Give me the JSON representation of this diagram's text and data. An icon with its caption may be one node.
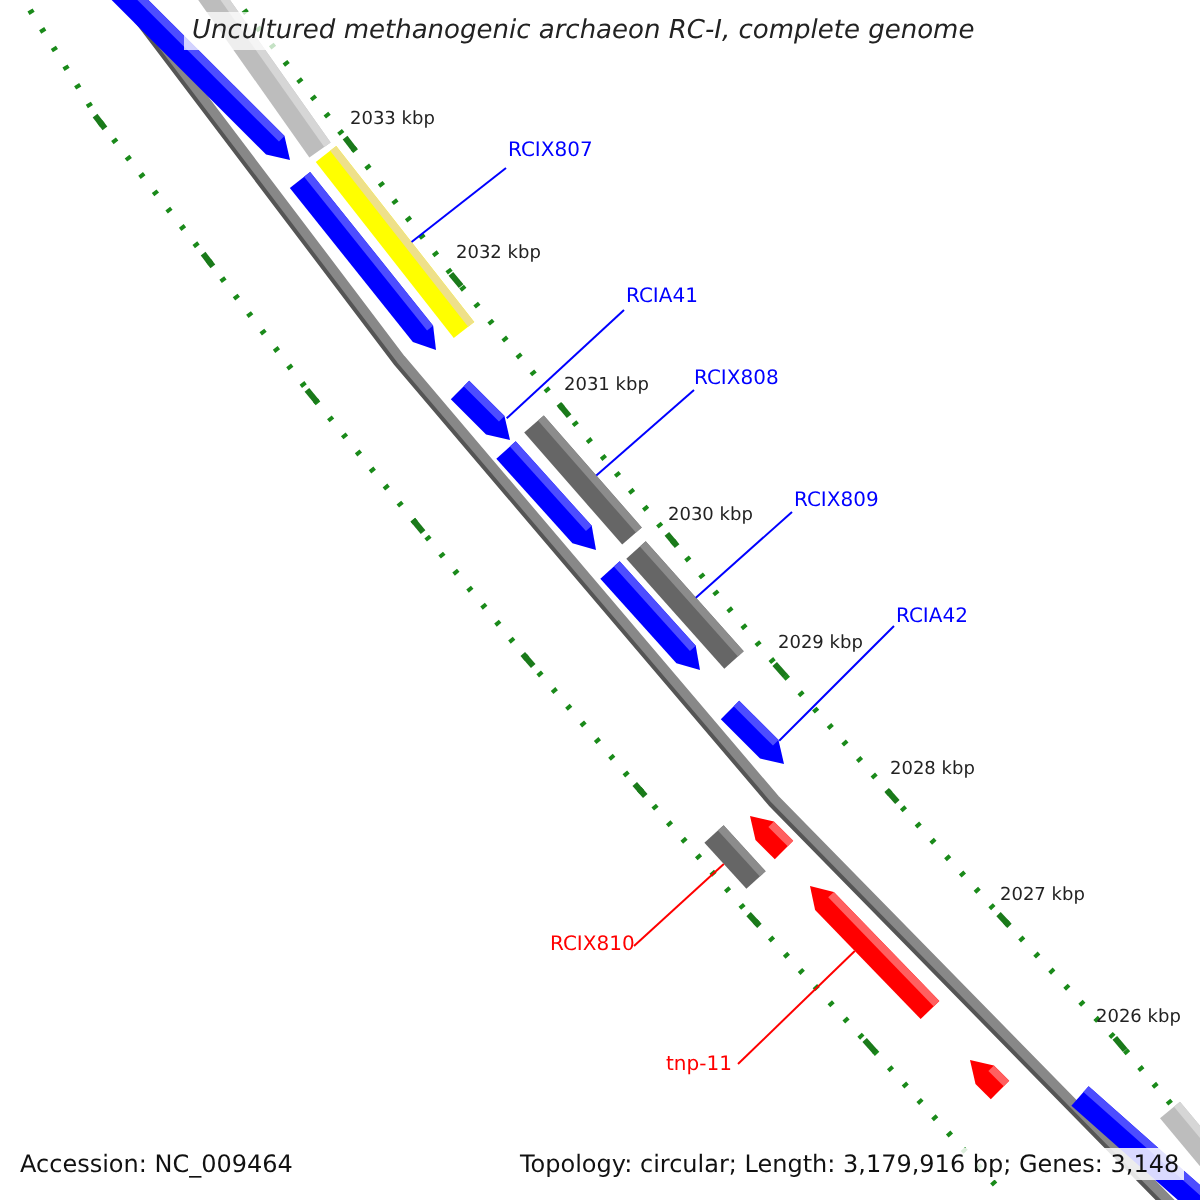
{
  "diagram": {
    "title": "Uncultured methanogenic archaeon RC-I, complete genome",
    "nodes": [
      {
        "text": [
          "RCIX807"
        ]
      },
      {
        "text": [],
        "shape": "bar"
      },
      {
        "text": [
          "RCIA41"
        ]
      },
      {
        "text": [],
        "shape": "bar"
      },
      {
        "text": [
          "RCIX808"
        ]
      },
      {
        "text": [],
        "shape": "bar"
      },
      {
        "text": [
          "RCIX809"
        ]
      },
      {
        "text": [],
        "shape": "bar"
      },
      {
        "text": [
          "RCIA42"
        ]
      },
      {
        "text": [],
        "shape": "bar"
      },
      {
        "text": [
          "RCIX810"
        ]
      },
      {
        "text": [],
        "shape": "bar"
      },
      {
        "text": [
          "tnp-11"
        ]
      },
      {
        "text": [],
        "shape": "bar"
      }
    ],
    "edges": [
      {
        "from": 0,
        "to": 1,
        "arrow": "none"
      },
      {
        "from": 2,
        "to": 3,
        "arrow": "none"
      },
      {
        "from": 4,
        "to": 5,
        "arrow": "none"
      },
      {
        "from": 6,
        "to": 7,
        "arrow": "none"
      },
      {
        "from": 8,
        "to": 9,
        "arrow": "none"
      },
      {
        "from": 10,
        "to": 11,
        "arrow": "none",
        "color": "#ff0000"
      },
      {
        "from": 12,
        "to": 13,
        "arrow": "none",
        "color": "#ff0000"
      }
    ],
    "labels": [
      "2033 kbp",
      "2032 kbp",
      "2031 kbp",
      "2030 kbp",
      "2029 kbp",
      "2028 kbp",
      "2027 kbp",
      "2026 kbp",
      "Accession: NC_009464",
      "Topology: circular; Length: 3,179,916 bp; Genes: 3,148"
    ]
  }
}
